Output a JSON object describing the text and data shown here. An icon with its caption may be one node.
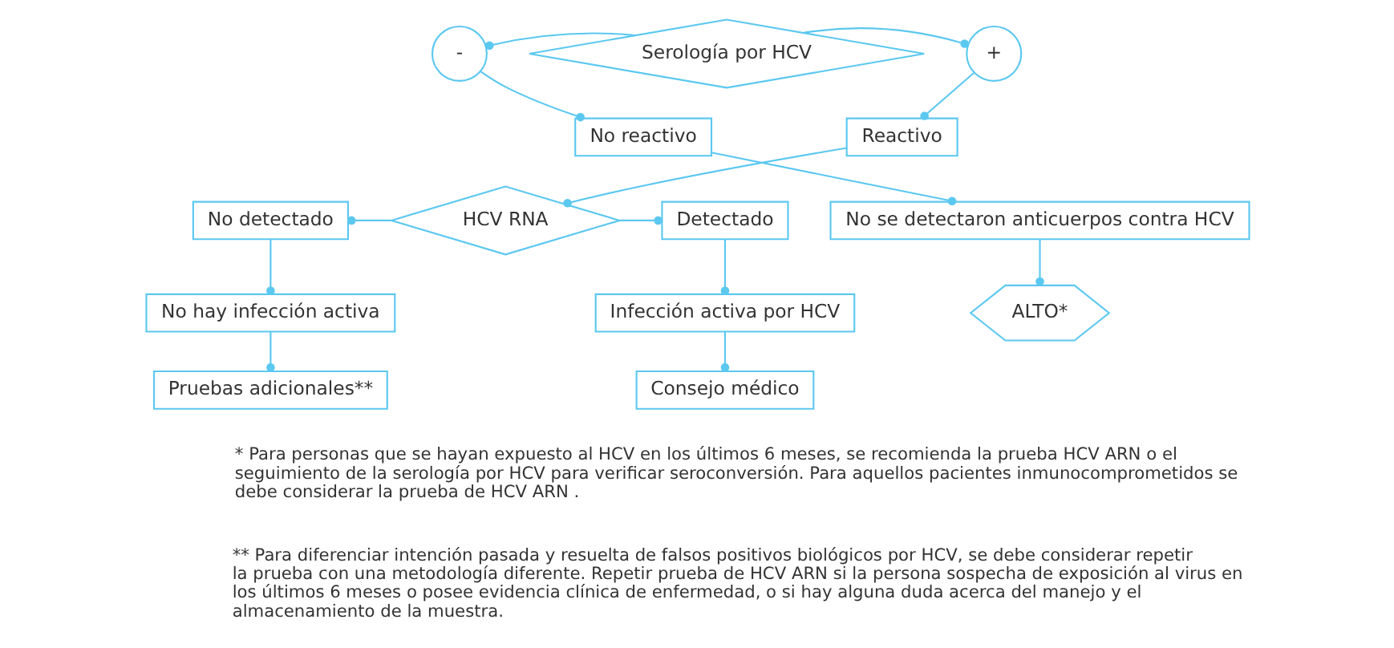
{
  "diagram": {
    "nodes": [
      {
        "text": [
          "Serología por HCV"
        ]
      },
      {
        "text": [
          "-"
        ]
      },
      {
        "text": [
          "+"
        ]
      },
      {
        "text": [
          "No reactivo"
        ]
      },
      {
        "text": [
          "No se detectaron anticuerpos contra HCV"
        ]
      },
      {
        "text": [
          "ALTO*"
        ]
      },
      {
        "text": [
          "Reactivo"
        ]
      },
      {
        "text": [
          "HCV RNA"
        ]
      },
      {
        "text": [
          "No detectado"
        ]
      },
      {
        "text": [
          "No hay infección activa"
        ]
      },
      {
        "text": [
          "Pruebas adicionales**"
        ]
      },
      {
        "text": [
          "Detectado"
        ]
      },
      {
        "text": [
          "Infección activa por HCV"
        ]
      },
      {
        "text": [
          "Consejo médico"
        ]
      }
    ],
    "edges": [
      {
        "from": 0,
        "to": 1,
        "arrow": "other"
      },
      {
        "from": 0,
        "to": 2,
        "arrow": "other"
      },
      {
        "from": 1,
        "to": 3,
        "arrow": "other"
      },
      {
        "from": 3,
        "to": 4,
        "arrow": "other"
      },
      {
        "from": 4,
        "to": 5,
        "arrow": "other"
      },
      {
        "from": 2,
        "to": 6,
        "arrow": "other"
      },
      {
        "from": 6,
        "to": 7,
        "arrow": "other"
      },
      {
        "from": 7,
        "to": 8,
        "arrow": "other"
      },
      {
        "from": 8,
        "to": 9,
        "arrow": "other"
      },
      {
        "from": 9,
        "to": 10,
        "arrow": "other"
      },
      {
        "from": 7,
        "to": 11,
        "arrow": "other"
      },
      {
        "from": 11,
        "to": 12,
        "arrow": "other"
      },
      {
        "from": 12,
        "to": 13,
        "arrow": "other"
      }
    ],
    "labels": [
      "* Para personas que se hayan expuesto al HCV en los últimos 6 meses, se recomienda la prueba HCV ARN o el seguimiento de la serología por HCV para verificar seroconversión. Para aquellos pacientes inmunocomprometidos se debe considerar la prueba de HCV ARN .",
      "** Para diferenciar intención pasada y resuelta de falsos positivos biológicos por HCV, se debe considerar repetir la prueba con una metodología diferente. Repetir prueba de HCV ARN si la persona sospecha de exposición al virus en los últimos 6 meses o posee evidencia clínica de enfermedad, o si hay alguna duda acerca del manejo y el almacenamiento de la muestra."
    ]
  }
}
